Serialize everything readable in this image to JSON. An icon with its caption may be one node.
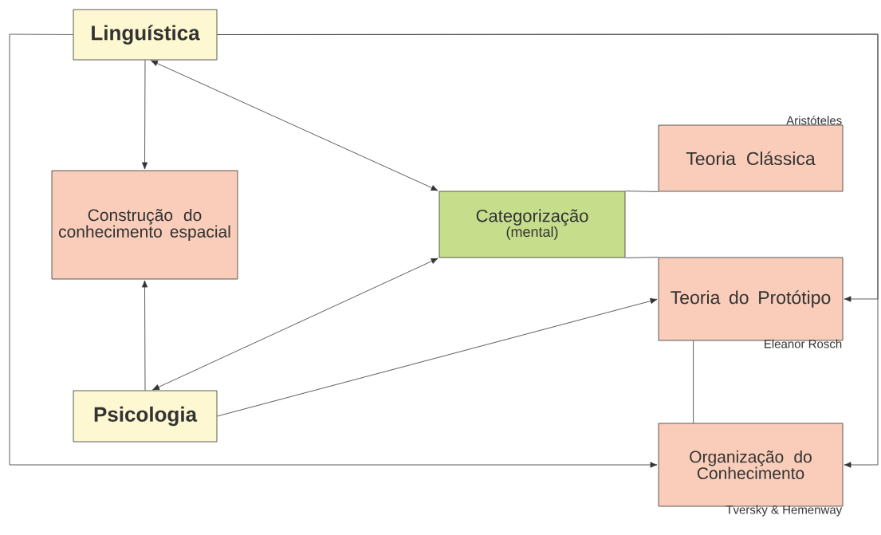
{
  "diagram": {
    "nodes": [
      {
        "text": [
          "Linguística"
        ]
      },
      {
        "text": [
          "Construção do conhecimento espacial"
        ]
      },
      {
        "text": [
          "Categorização",
          "(mental)"
        ]
      },
      {
        "text": [
          "Teoria Clássica"
        ],
        "beside": [
          "Aristóteles"
        ]
      },
      {
        "text": [
          "Teoria do Protótipo"
        ],
        "beside": [
          "Eleanor Rosch"
        ]
      },
      {
        "text": [
          "Psicologia"
        ]
      },
      {
        "text": [
          "Organização do Conhecimento"
        ],
        "beside": [
          "Tversky & Hemenway"
        ]
      }
    ],
    "edges": [
      {
        "from": 0,
        "to": 1,
        "arrow": "to"
      },
      {
        "from": 0,
        "to": 2,
        "arrow": "both"
      },
      {
        "from": 5,
        "to": 1,
        "arrow": "to"
      },
      {
        "from": 5,
        "to": 2,
        "arrow": "both"
      },
      {
        "from": 5,
        "to": 4,
        "arrow": "to"
      },
      {
        "from": 2,
        "to": 3,
        "arrow": "none"
      },
      {
        "from": 2,
        "to": 4,
        "arrow": "none"
      },
      {
        "from": 4,
        "to": 6,
        "arrow": "none"
      },
      {
        "from": 0,
        "to": 6,
        "arrow": "to"
      },
      {
        "from": 0,
        "to": 4,
        "arrow": "to"
      },
      {
        "from": 0,
        "to": 6,
        "arrow": "to"
      }
    ]
  }
}
